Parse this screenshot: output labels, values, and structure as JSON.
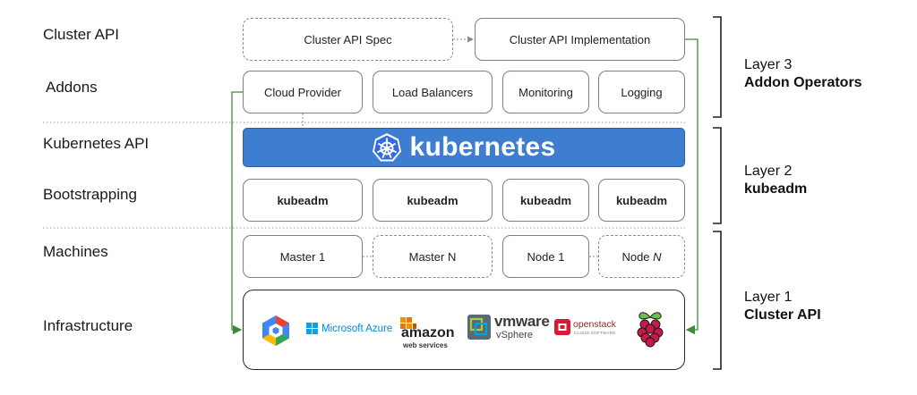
{
  "row_labels": {
    "cluster_api": "Cluster API",
    "addons": "Addons",
    "kubernetes_api": "Kubernetes API",
    "bootstrapping": "Bootstrapping",
    "machines": "Machines",
    "infrastructure": "Infrastructure"
  },
  "cluster_api_row": {
    "spec": "Cluster API Spec",
    "implementation": "Cluster API Implementation"
  },
  "addons_row": [
    "Cloud Provider",
    "Load Balancers",
    "Monitoring",
    "Logging"
  ],
  "kubernetes_bar": {
    "wordmark": "kubernetes"
  },
  "bootstrap_row": [
    "kubeadm",
    "kubeadm",
    "kubeadm",
    "kubeadm"
  ],
  "machines_row": {
    "master_1": "Master 1",
    "master_n_prefix": "Master N",
    "node_1": "Node 1",
    "node_n_prefix": "Node ",
    "node_n_var": "N"
  },
  "infrastructure_logos": {
    "azure": "Microsoft Azure",
    "amazon_main": "amazon",
    "amazon_sub": "web services",
    "vmware_main": "vmware",
    "vmware_sub": "vSphere",
    "openstack_main": "openstack",
    "openstack_sub": "CLOUD SOFTWARE"
  },
  "layers": [
    {
      "title": "Layer 3",
      "subtitle": "Addon Operators"
    },
    {
      "title": "Layer 2",
      "subtitle": "kubeadm"
    },
    {
      "title": "Layer 1",
      "subtitle": "Cluster API"
    }
  ],
  "colors": {
    "kubernetes_blue": "#3d7ed0",
    "connector_green": "#3f8a3a",
    "dotted_divider": "#9a9a9a"
  }
}
